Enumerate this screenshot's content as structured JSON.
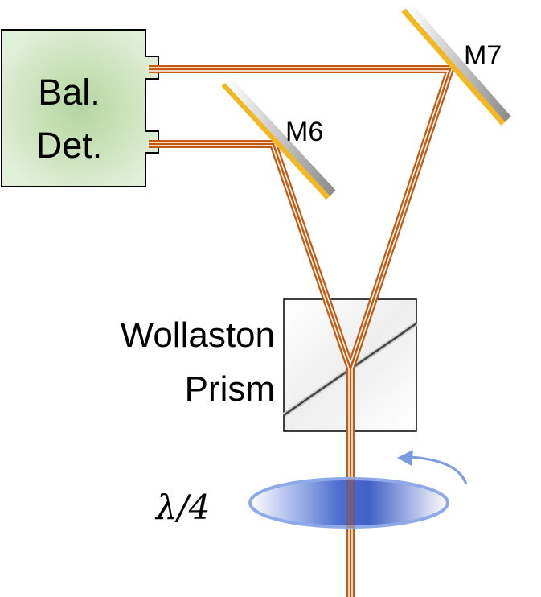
{
  "detector": {
    "line1": "Bal.",
    "line2": "Det."
  },
  "mirrors": {
    "m6": "M6",
    "m7": "M7"
  },
  "prism": {
    "line1": "Wollaston",
    "line2": "Prism"
  },
  "waveplate": {
    "label": "λ/4"
  },
  "colors": {
    "beam": "#c55a11",
    "detector": "#b5d8a4",
    "mirror_coating": "#f2b824",
    "waveplate": "#3a5fcd",
    "rotation_arrow": "#7a9be0"
  }
}
